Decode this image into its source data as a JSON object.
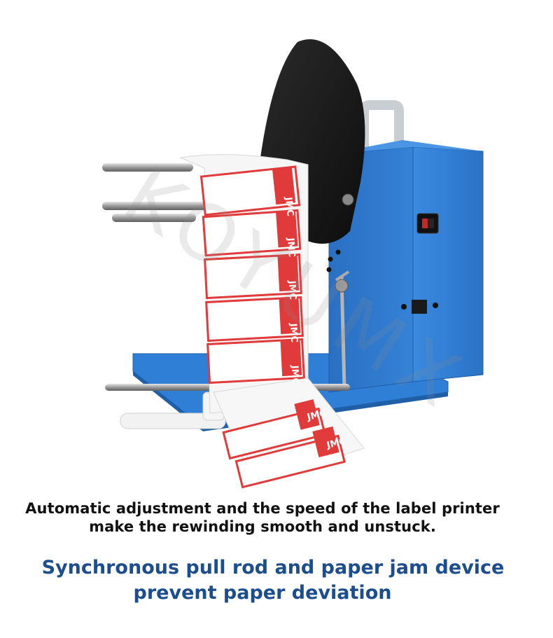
{
  "product": {
    "label_brand": "JMC",
    "switch_name": "power-switch"
  },
  "watermark": {
    "text": "KOYUMX"
  },
  "captions": {
    "line1": "Automatic adjustment and the speed of the label printer",
    "line2": "make the rewinding smooth and unstuck.",
    "headline1": "Synchronous pull rod and paper jam device",
    "headline2": "prevent paper deviation"
  },
  "colors": {
    "machine_blue": "#2f7fd6",
    "label_red": "#e03a3a",
    "headline_blue": "#1c4d8c",
    "body_text": "#111111"
  }
}
